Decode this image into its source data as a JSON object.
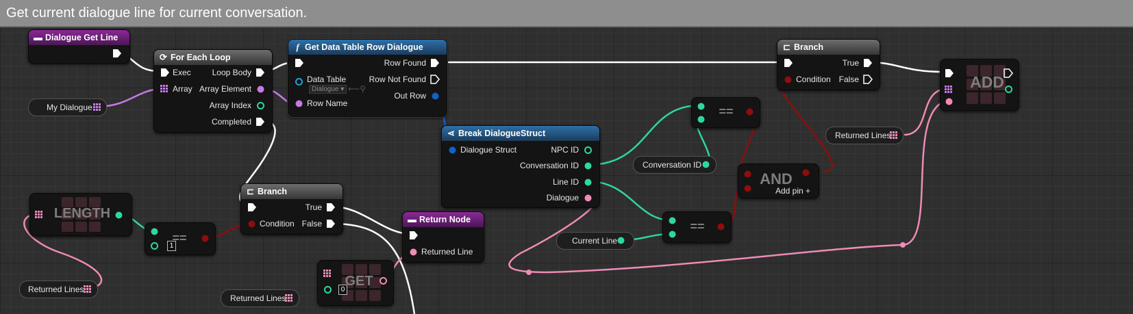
{
  "comment": "Get current dialogue line for current conversation.",
  "nodes": {
    "dialogue_get_line": {
      "title": "Dialogue Get Line"
    },
    "for_each_loop": {
      "title": "For Each Loop",
      "exec": "Exec",
      "array": "Array",
      "loop_body": "Loop Body",
      "array_element": "Array Element",
      "array_index": "Array Index",
      "completed": "Completed"
    },
    "get_data_table_row": {
      "title": "Get Data Table Row Dialogue",
      "data_table": "Data Table",
      "data_table_value": "Dialogue",
      "row_name": "Row Name",
      "row_found": "Row Found",
      "row_not_found": "Row Not Found",
      "out_row": "Out Row"
    },
    "break_struct": {
      "title": "Break DialogueStruct",
      "input": "Dialogue Struct",
      "npc_id": "NPC ID",
      "conversation_id": "Conversation ID",
      "line_id": "Line ID",
      "dialogue": "Dialogue"
    },
    "branch_top": {
      "title": "Branch",
      "condition": "Condition",
      "true": "True",
      "false": "False"
    },
    "branch_bottom": {
      "title": "Branch",
      "condition": "Condition",
      "true": "True",
      "false": "False"
    },
    "return_node": {
      "title": "Return Node",
      "returned_line": "Returned Line"
    },
    "add": {
      "label": "ADD"
    },
    "length": {
      "label": "LENGTH"
    },
    "get": {
      "label": "GET",
      "index_value": "0"
    },
    "eq_length": {
      "label": "==",
      "value": "1"
    },
    "eq_conversation": {
      "label": "=="
    },
    "eq_line": {
      "label": "=="
    },
    "and": {
      "label": "AND",
      "add_pin": "Add pin"
    },
    "vars": {
      "my_dialogue": "My Dialogue",
      "returned_lines_1": "Returned Lines",
      "returned_lines_2": "Returned Lines",
      "returned_lines_3": "Returned Lines",
      "conversation_id": "Conversation ID",
      "current_line": "Current Line"
    }
  },
  "colors": {
    "exec": "#ffffff",
    "array_purple": "#c779e6",
    "integer_teal": "#2fd6a0",
    "boolean_red": "#8e0e0e",
    "struct_blue": "#0d63c9",
    "string_pink": "#f08ab6"
  },
  "icons": {
    "event": "event-icon",
    "loop": "loop-icon",
    "function": "function-icon",
    "branch": "branch-icon",
    "break": "break-struct-icon",
    "return": "return-icon",
    "add_pin": "plus-icon"
  }
}
